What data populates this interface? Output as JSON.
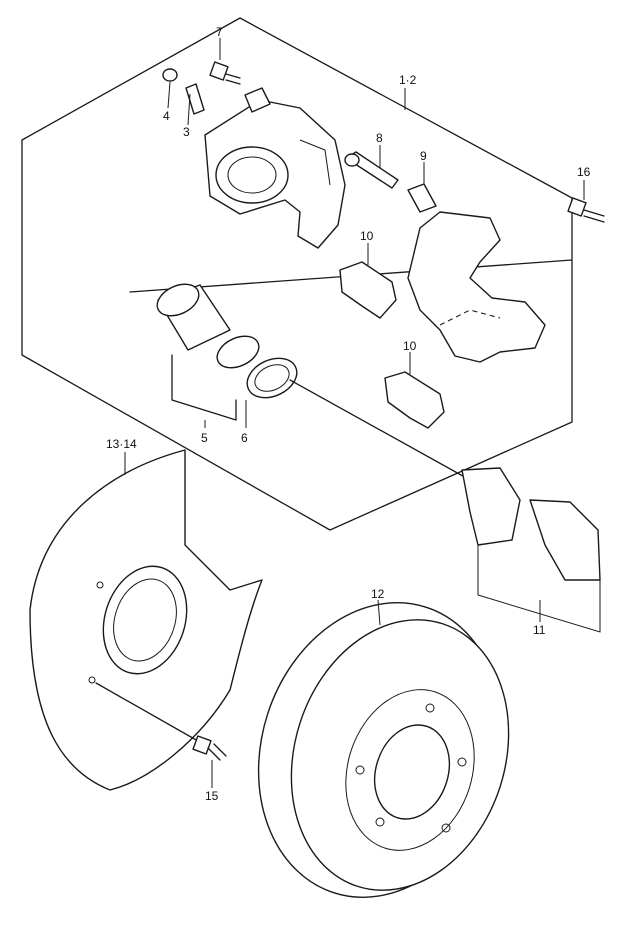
{
  "labels": {
    "l12a": "1·2",
    "l3": "3",
    "l4": "4",
    "l5": "5",
    "l6": "6",
    "l7": "7",
    "l8": "8",
    "l9": "9",
    "l10a": "10",
    "l10b": "10",
    "l11": "11",
    "l12": "12",
    "l1314": "13·14",
    "l15": "15",
    "l16": "16"
  }
}
